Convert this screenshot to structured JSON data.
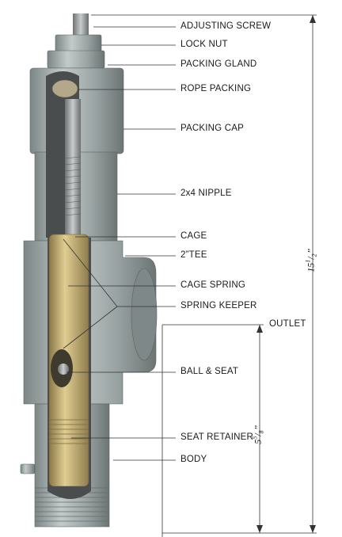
{
  "labels": {
    "adjusting_screw": "ADJUSTING SCREW",
    "lock_nut": "LOCK NUT",
    "packing_gland": "PACKING GLAND",
    "rope_packing": "ROPE PACKING",
    "packing_cap": "PACKING CAP",
    "nipple": "2x4 NIPPLE",
    "cage": "CAGE",
    "tee": "2”TEE",
    "cage_spring": "CAGE SPRING",
    "spring_keeper": "SPRING KEEPER",
    "outlet": "OUTLET",
    "ball_seat": "BALL & SEAT",
    "seat_retainer": "SEAT RETAINER",
    "body": "BODY"
  },
  "dimensions": {
    "overall": {
      "whole": "15",
      "num": "1",
      "den": "2",
      "suffix": "”"
    },
    "outlet_height": {
      "whole": "5",
      "num": "5",
      "den": "8",
      "suffix": "”"
    }
  },
  "colors": {
    "metal": "#a9b2b2",
    "metal_dark": "#6e7676",
    "brass": "#c9b47a",
    "line": "#333333"
  }
}
